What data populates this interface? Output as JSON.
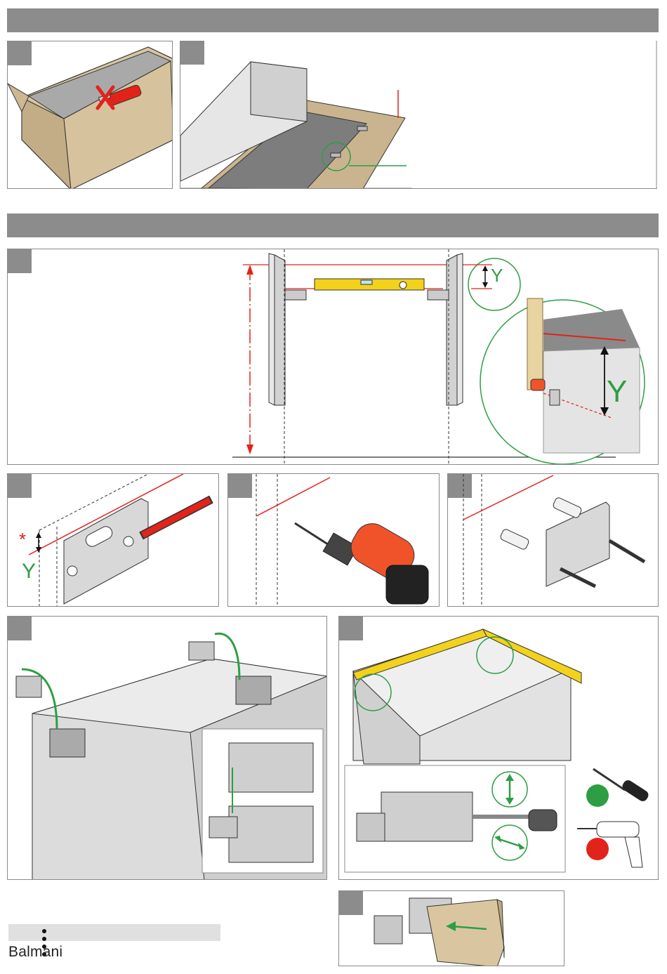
{
  "brand": {
    "name": "Balmani",
    "text_color": "#222222"
  },
  "colors": {
    "section_bar": "#8c8c8c",
    "panel_border": "#8a8a8a",
    "red_mark": "#e2231a",
    "green_mark": "#2e9e44",
    "level_yellow": "#f2d21b",
    "drill_orange": "#f0532a",
    "cardboard": "#c9b48f"
  },
  "labels": {
    "y_small": "Y",
    "y_large": "Y",
    "y_bracket": "Y",
    "asterisk": "*"
  },
  "icons": [
    "utility-knife-icon",
    "level-icon",
    "drill-icon",
    "screwdriver-icon",
    "thumbs-up-icon",
    "thumbs-down-icon",
    "arrow-icon"
  ]
}
